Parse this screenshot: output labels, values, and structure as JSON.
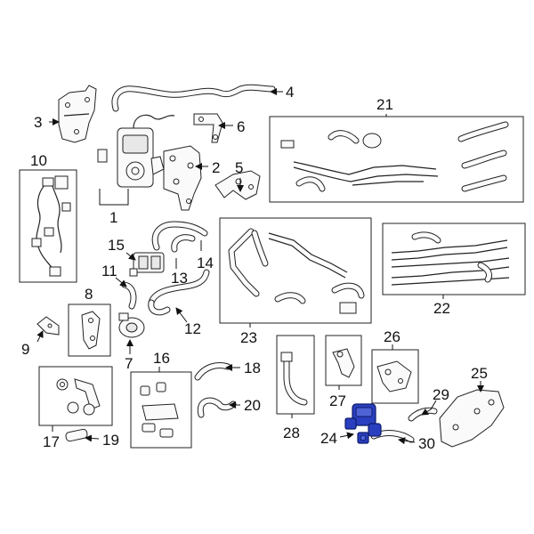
{
  "diagram": {
    "callouts": {
      "c1": "1",
      "c2": "2",
      "c3": "3",
      "c4": "4",
      "c5": "5",
      "c6": "6",
      "c7": "7",
      "c8": "8",
      "c9": "9",
      "c10": "10",
      "c11": "11",
      "c12": "12",
      "c13": "13",
      "c14": "14",
      "c15": "15",
      "c16": "16",
      "c17": "17",
      "c18": "18",
      "c19": "19",
      "c20": "20",
      "c21": "21",
      "c22": "22",
      "c23": "23",
      "c24": "24",
      "c25": "25",
      "c26": "26",
      "c27": "27",
      "c28": "28",
      "c29": "29",
      "c30": "30"
    },
    "highlight_color": "#2a3fbf",
    "highlighted_part": "24"
  }
}
